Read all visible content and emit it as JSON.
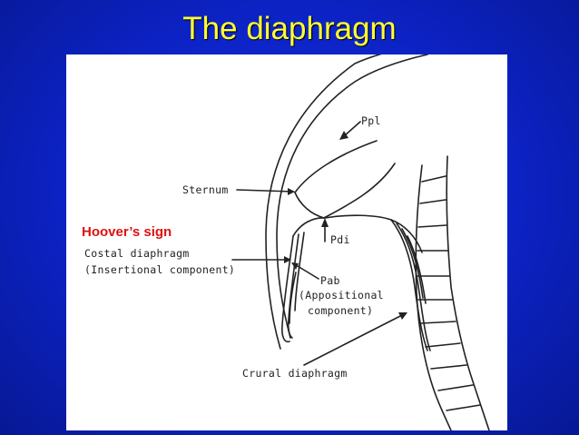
{
  "title": "The diaphragm",
  "colors": {
    "background": "#0c22c4",
    "title": "#ffff33",
    "highlight": "#dd1111",
    "figure": "#ffffff"
  },
  "figure": {
    "annotation": "Hoover’s sign",
    "labels": {
      "ppl": "Ppl",
      "sternum": "Sternum",
      "pdi": "Pdi",
      "costal_line1": "Costal diaphragm",
      "costal_line2": "(Insertional component)",
      "pab": "Pab",
      "appositional_line1": "(Appositional",
      "appositional_line2": "component)",
      "crural": "Crural diaphragm"
    }
  }
}
